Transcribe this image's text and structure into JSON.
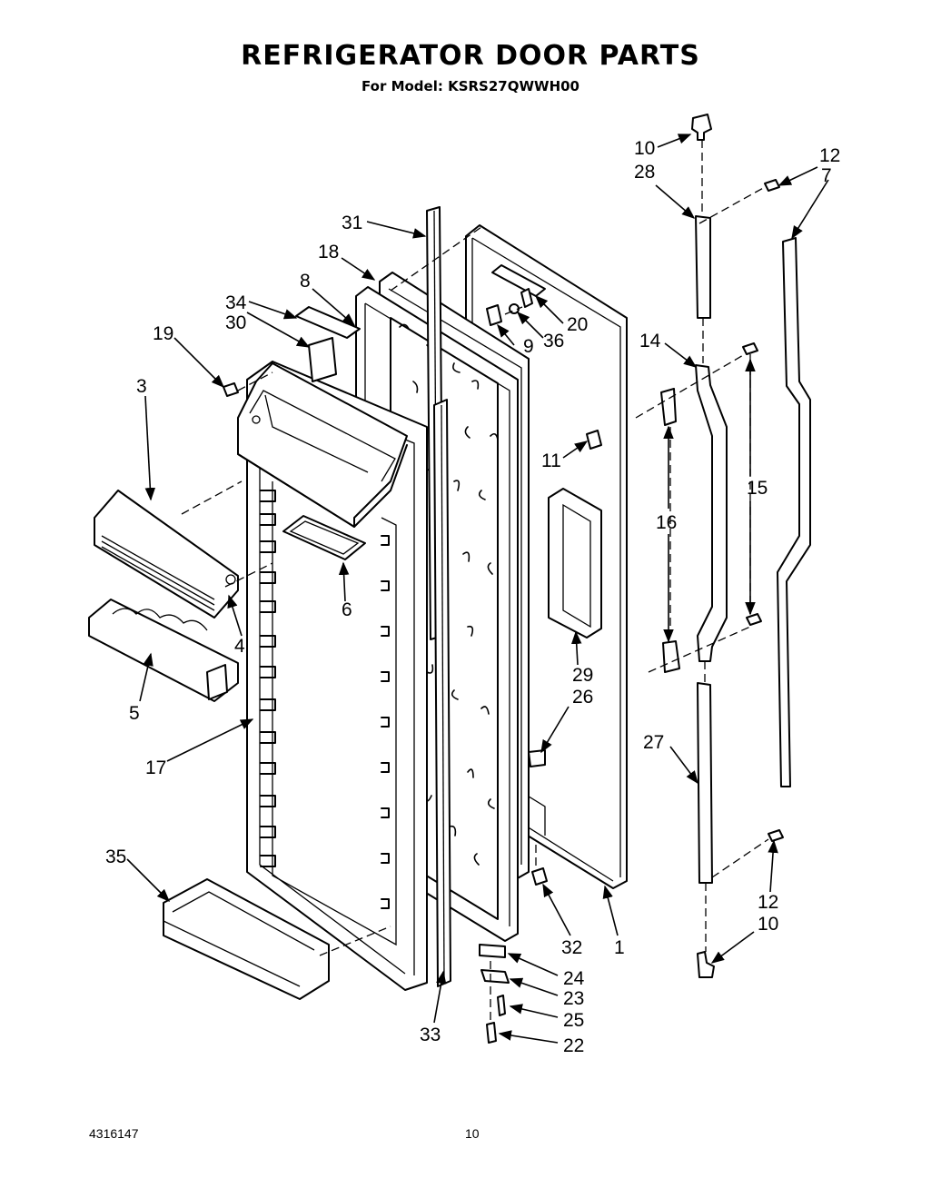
{
  "header": {
    "title": "REFRIGERATOR DOOR PARTS",
    "subtitle": "For Model: KSRS27QWWH00"
  },
  "footer": {
    "doc_number": "4316147",
    "page_number": "10"
  },
  "callouts": {
    "p1": "1",
    "p3": "3",
    "p4": "4",
    "p5": "5",
    "p6": "6",
    "p7": "7",
    "p8": "8",
    "p9": "9",
    "p10_top": "10",
    "p10_bottom": "10",
    "p11": "11",
    "p12_top": "12",
    "p12_bottom": "12",
    "p14": "14",
    "p15": "15",
    "p16": "16",
    "p17": "17",
    "p18": "18",
    "p19": "19",
    "p20": "20",
    "p22": "22",
    "p23": "23",
    "p24": "24",
    "p25": "25",
    "p26": "26",
    "p27": "27",
    "p28": "28",
    "p29": "29",
    "p30": "30",
    "p31": "31",
    "p32": "32",
    "p33": "33",
    "p34": "34",
    "p35": "35",
    "p36": "36"
  }
}
